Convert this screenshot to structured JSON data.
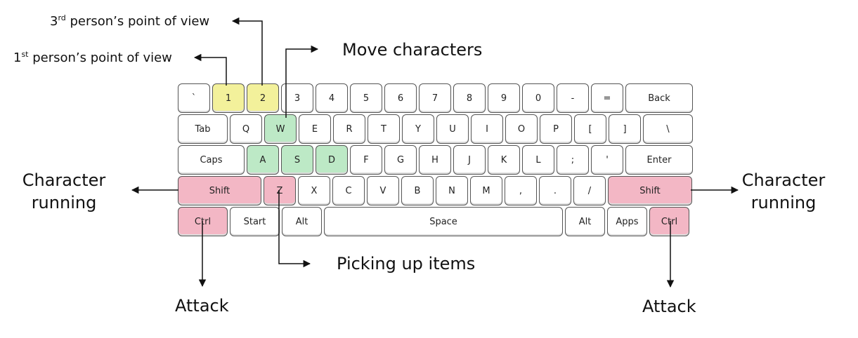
{
  "colors": {
    "view_keys": "#f3f19b",
    "move_keys": "#bde9c6",
    "action_keys": "#f3b7c5",
    "default_key": "#ffffff",
    "arrow": "#111111"
  },
  "keyboard": {
    "rows": [
      {
        "keys": [
          {
            "label": "`"
          },
          {
            "label": "1",
            "group": "view"
          },
          {
            "label": "2",
            "group": "view"
          },
          {
            "label": "3"
          },
          {
            "label": "4"
          },
          {
            "label": "5"
          },
          {
            "label": "6"
          },
          {
            "label": "7"
          },
          {
            "label": "8"
          },
          {
            "label": "9"
          },
          {
            "label": "0"
          },
          {
            "label": "-"
          },
          {
            "label": "="
          },
          {
            "label": "Back"
          }
        ]
      },
      {
        "keys": [
          {
            "label": "Tab"
          },
          {
            "label": "Q"
          },
          {
            "label": "W",
            "group": "move"
          },
          {
            "label": "E"
          },
          {
            "label": "R"
          },
          {
            "label": "T"
          },
          {
            "label": "Y"
          },
          {
            "label": "U"
          },
          {
            "label": "I"
          },
          {
            "label": "O"
          },
          {
            "label": "P"
          },
          {
            "label": "["
          },
          {
            "label": "]"
          },
          {
            "label": "\\"
          }
        ]
      },
      {
        "keys": [
          {
            "label": "Caps"
          },
          {
            "label": "A",
            "group": "move"
          },
          {
            "label": "S",
            "group": "move"
          },
          {
            "label": "D",
            "group": "move"
          },
          {
            "label": "F"
          },
          {
            "label": "G"
          },
          {
            "label": "H"
          },
          {
            "label": "J"
          },
          {
            "label": "K"
          },
          {
            "label": "L"
          },
          {
            "label": ";"
          },
          {
            "label": "'"
          },
          {
            "label": "Enter"
          }
        ]
      },
      {
        "keys": [
          {
            "label": "Shift",
            "group": "action"
          },
          {
            "label": "Z",
            "group": "action"
          },
          {
            "label": "X"
          },
          {
            "label": "C"
          },
          {
            "label": "V"
          },
          {
            "label": "B"
          },
          {
            "label": "N"
          },
          {
            "label": "M"
          },
          {
            "label": ","
          },
          {
            "label": "."
          },
          {
            "label": "/"
          },
          {
            "label": "Shift",
            "group": "action"
          }
        ]
      },
      {
        "keys": [
          {
            "label": "Ctrl",
            "group": "action"
          },
          {
            "label": "Start"
          },
          {
            "label": "Alt"
          },
          {
            "label": "Space"
          },
          {
            "label": "Alt"
          },
          {
            "label": "Apps"
          },
          {
            "label": "Ctrl",
            "group": "action"
          }
        ]
      }
    ]
  },
  "annotations": {
    "third_person": {
      "num": "3",
      "ordinal": "rd",
      "text": " person’s point of view"
    },
    "first_person": {
      "num": "1",
      "ordinal": "st",
      "text": " person’s point of view"
    },
    "move": "Move characters",
    "running_left": [
      "Character",
      "running"
    ],
    "running_right": [
      "Character",
      "running"
    ],
    "picking": "Picking up items",
    "attack_left": "Attack",
    "attack_right": "Attack"
  }
}
